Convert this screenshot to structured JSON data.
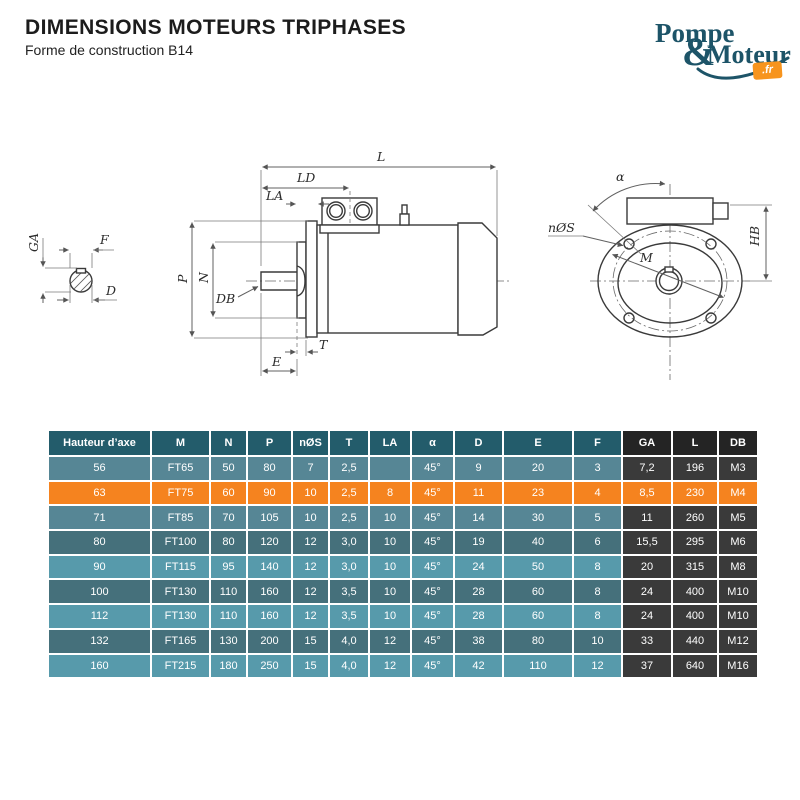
{
  "header": {
    "title": "DIMENSIONS MOTEURS TRIPHASES",
    "subtitle": "Forme de construction B14"
  },
  "logo": {
    "word1": "Pompe",
    "ampersand": "&",
    "word2": "Moteur",
    "tld": ".fr",
    "teal": "#1d5468",
    "orange": "#f7941d"
  },
  "drawing": {
    "shaft_section_labels": {
      "f": "F",
      "ga": "GA",
      "d": "D"
    },
    "side_view_labels": {
      "l": "L",
      "ld": "LD",
      "la": "LA",
      "p": "P",
      "n": "N",
      "db": "DB",
      "t": "T",
      "e": "E"
    },
    "front_view_labels": {
      "alpha": "α",
      "n_holes": "nØS",
      "m": "M",
      "hb": "HB"
    }
  },
  "table": {
    "columns": [
      "Hauteur d’axe",
      "M",
      "N",
      "P",
      "nØS",
      "T",
      "LA",
      "α",
      "D",
      "E",
      "F",
      "GA",
      "L",
      "DB"
    ],
    "rows": [
      [
        "56",
        "FT65",
        "50",
        "80",
        "7",
        "2,5",
        "",
        "45°",
        "9",
        "20",
        "3",
        "7,2",
        "196",
        "M3"
      ],
      [
        "63",
        "FT75",
        "60",
        "90",
        "10",
        "2,5",
        "8",
        "45°",
        "11",
        "23",
        "4",
        "8,5",
        "230",
        "M4"
      ],
      [
        "71",
        "FT85",
        "70",
        "105",
        "10",
        "2,5",
        "10",
        "45°",
        "14",
        "30",
        "5",
        "11",
        "260",
        "M5"
      ],
      [
        "80",
        "FT100",
        "80",
        "120",
        "12",
        "3,0",
        "10",
        "45°",
        "19",
        "40",
        "6",
        "15,5",
        "295",
        "M6"
      ],
      [
        "90",
        "FT115",
        "95",
        "140",
        "12",
        "3,0",
        "10",
        "45°",
        "24",
        "50",
        "8",
        "20",
        "315",
        "M8"
      ],
      [
        "100",
        "FT130",
        "110",
        "160",
        "12",
        "3,5",
        "10",
        "45°",
        "28",
        "60",
        "8",
        "24",
        "400",
        "M10"
      ],
      [
        "112",
        "FT130",
        "110",
        "160",
        "12",
        "3,5",
        "10",
        "45°",
        "28",
        "60",
        "8",
        "24",
        "400",
        "M10"
      ],
      [
        "132",
        "FT165",
        "130",
        "200",
        "15",
        "4,0",
        "12",
        "45°",
        "38",
        "80",
        "10",
        "33",
        "440",
        "M12"
      ],
      [
        "160",
        "FT215",
        "180",
        "250",
        "15",
        "4,0",
        "12",
        "45°",
        "42",
        "110",
        "12",
        "37",
        "640",
        "M16"
      ]
    ],
    "highlight_row_index": 1,
    "dark_column_indices": [
      11,
      12,
      13
    ],
    "colors": {
      "header_teal": "#235c6b",
      "header_dark": "#242424",
      "cell_dark": "#3a3a3a",
      "highlight": "#f5831f",
      "row_backgrounds": [
        "#568695",
        "#f5831f",
        "#568695",
        "#45707b",
        "#579aab",
        "#45707b",
        "#579aab",
        "#45707b",
        "#579aab"
      ],
      "text": "#ffffff",
      "border": "#ffffff"
    }
  }
}
